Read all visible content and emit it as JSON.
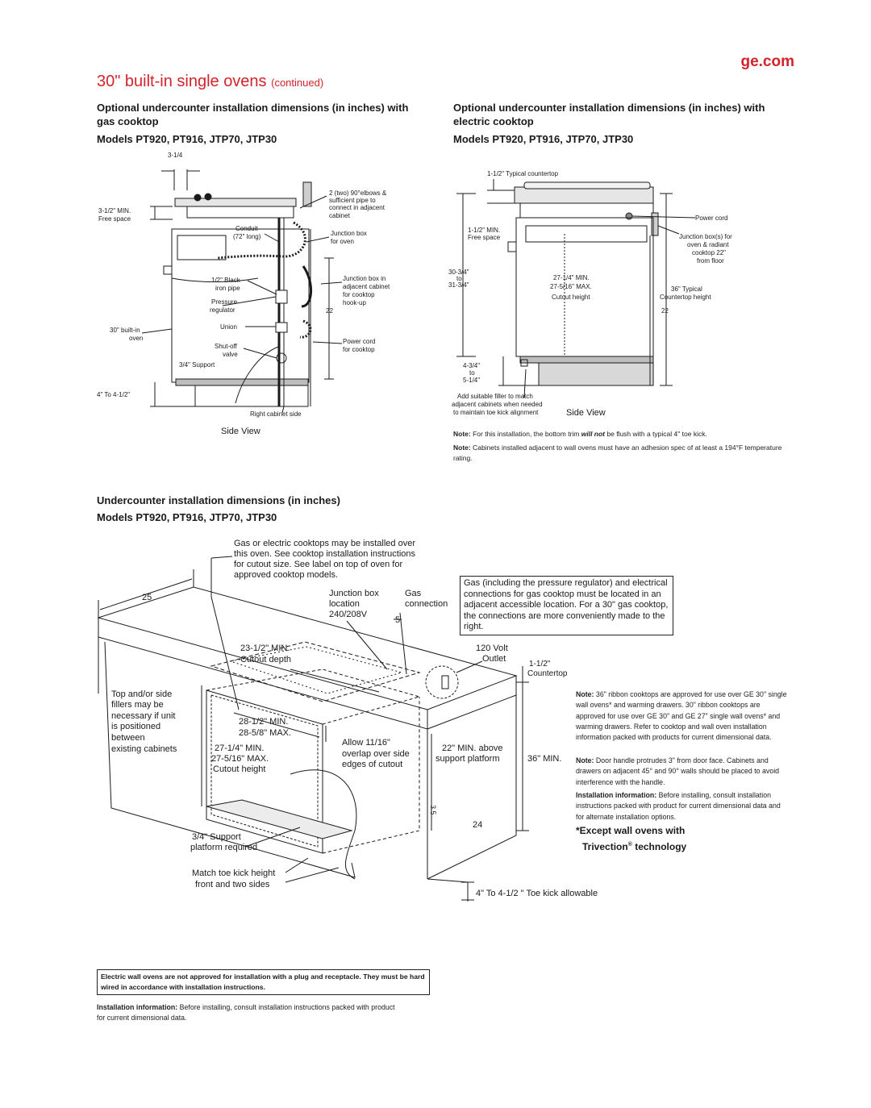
{
  "header": {
    "title_main": "30\" built-in single ovens",
    "title_sub": "(continued)",
    "brand": "ge.com"
  },
  "left_section": {
    "heading": "Optional undercounter installation dimensions (in inches) with gas cooktop",
    "models": "Models PT920, PT916, JTP70, JTP30",
    "labels": {
      "dim_top": "3-1/4",
      "min_line1": "3-1/2\" MIN.",
      "min_line2": "Free space",
      "conduit_line1": "Conduit",
      "conduit_line2": "(72\" long)",
      "elbows_line1": "2 (two) 90°elbows &",
      "elbows_line2": "sufficient pipe to",
      "elbows_line3": "connect in adjacent",
      "elbows_line4": "cabinet",
      "jbox_line1": "Junction box",
      "jbox_line2": "for oven",
      "black_line1": "1/2\" Black",
      "black_line2": "iron pipe",
      "pressure_line1": "Pressure",
      "pressure_line2": "regulator",
      "jbox_adj_line1": "Junction box in",
      "jbox_adj_line2": "adjacent cabinet",
      "jbox_adj_line3": "for cooktop",
      "jbox_adj_line4": "hook-up",
      "dim_22": "22",
      "builtin_line1": "30\" built-in",
      "builtin_line2": "oven",
      "union": "Union",
      "shutoff_line1": "Shut-off",
      "shutoff_line2": "valve",
      "power_line1": "Power cord",
      "power_line2": "for cooktop",
      "support": "3/4\" Support",
      "toekick": "4\" To 4-1/2\"",
      "right_cab": "Right cabinet side",
      "side_view": "Side View"
    }
  },
  "right_section": {
    "heading": "Optional undercounter installation dimensions (in inches) with electric cooktop",
    "models": "Models PT920, PT916, JTP70, JTP30",
    "labels": {
      "countertop": "1-1/2\" Typical countertop",
      "min_line1": "1-1/2\" MIN.",
      "min_line2": "Free space",
      "power_cord": "Power cord",
      "jbox_line1": "Junction box(s) for",
      "jbox_line2": "oven & radiant",
      "jbox_line3": "cooktop 22\"",
      "jbox_line4": "from floor",
      "h_line1": "30-3/4\"",
      "h_line2": "to",
      "h_line3": "31-3/4\"",
      "cut_line1": "27-1/4\" MIN.",
      "cut_line2": "27-5/16\" MAX.",
      "cut_line3": "Cutout height",
      "typ_line1": "36\" Typical",
      "typ_line2": "Countertop height",
      "dim_22": "22",
      "b_line1": "4-3/4\"",
      "b_line2": "to",
      "b_line3": "5-1/4\"",
      "filler_line1": "Add suitable filler to match",
      "filler_line2": "adjacent cabinets when needed",
      "filler_line3": "to maintain toe kick alignment",
      "side_view": "Side View"
    },
    "note1_label": "Note:",
    "note1_a": " For this installation, the bottom trim ",
    "note1_em": "will not",
    "note1_b": " be flush with a typical 4\" toe kick.",
    "note2_label": "Note:",
    "note2": " Cabinets installed adjacent to wall ovens must have an adhesion spec of at least a 194°F temperature rating."
  },
  "bottom_section": {
    "heading": "Undercounter installation dimensions (in inches)",
    "models": "Models PT920, PT916, JTP70, JTP30",
    "labels": {
      "gas_elec_line1": "Gas or electric cooktops may be installed over",
      "gas_elec_line2": "this oven. See cooktop installation instructions",
      "gas_elec_line3": "for cutout size. See label on top of oven for",
      "gas_elec_line4": "approved cooktop models.",
      "dim_25": "25",
      "jbox_line1": "Junction box",
      "jbox_line2": "location",
      "jbox_line3": "240/208V",
      "gas_line1": "Gas",
      "gas_line2": "connection",
      "dim_5": "5",
      "volt_line1": "120 Volt",
      "volt_line2": "Outlet",
      "countertop_line1": "1-1/2\"",
      "countertop_line2": "Countertop",
      "depth_line1": "23-1/2\" MIN.",
      "depth_line2": "Cutout depth",
      "fillers_line1": "Top and/or side",
      "fillers_line2": "fillers may be",
      "fillers_line3": "necessary if unit",
      "fillers_line4": "is positioned",
      "fillers_line5": "between",
      "fillers_line6": "existing cabinets",
      "width_line1": "28-1/2\" MIN.",
      "width_line2": "28-5/8\" MAX.",
      "height_line1": "27-1/4\" MIN.",
      "height_line2": "27-5/16\" MAX.",
      "height_line3": "Cutout height",
      "allow_line1": "Allow 11/16\"",
      "allow_line2": "overlap over side",
      "allow_line3": "edges of cutout",
      "above_line1": "22\" MIN. above",
      "above_line2": "support platform",
      "min36": "36\" MIN.",
      "dim_24": "24",
      "dim_3_5": "3.5",
      "support_line1": "3/4\" Support",
      "support_line2": "platform required",
      "match_line1": "Match toe kick height",
      "match_line2": "front and two sides",
      "toekick": "4\" To 4-1/2 \" Toe kick allowable"
    },
    "gas_box": "Gas (including the pressure regulator) and electrical connections for gas cooktop must be located in an adjacent accessible location. For a 30\" gas cooktop, the connections are more conveniently made to the right."
  },
  "side_notes": {
    "note1_label": "Note:",
    "note1": " 36\" ribbon cooktops are approved for use over GE 30\" single wall ovens* and warming drawers. 30\" ribbon cooktops are approved for use over GE 30\" and GE 27\" single wall ovens* and warming drawers. Refer to cooktop and wall oven installation information packed with products for current dimensional data.",
    "note2_label": "Note:",
    "note2": " Door handle protrudes 3\" from door face. Cabinets and drawers on adjacent 45° and 90° walls should be placed to avoid interference with the handle.",
    "install_label": "Installation information:",
    "install": " Before installing, consult installation instructions packed with product for current dimensional data and for alternate installation options.",
    "except_line1": "*Except wall ovens with",
    "except_line2": "Trivection",
    "except_reg": "®",
    "except_line3": " technology"
  },
  "footer": {
    "warning": "Electric wall ovens are not approved for installation with a plug and receptacle. They must be hard wired in accordance with installation instructions.",
    "install_label": "Installation information:",
    "install": " Before installing, consult installation instructions packed with product for current dimensional data."
  },
  "colors": {
    "accent": "#d4232b",
    "ink": "#1a1a1a"
  }
}
